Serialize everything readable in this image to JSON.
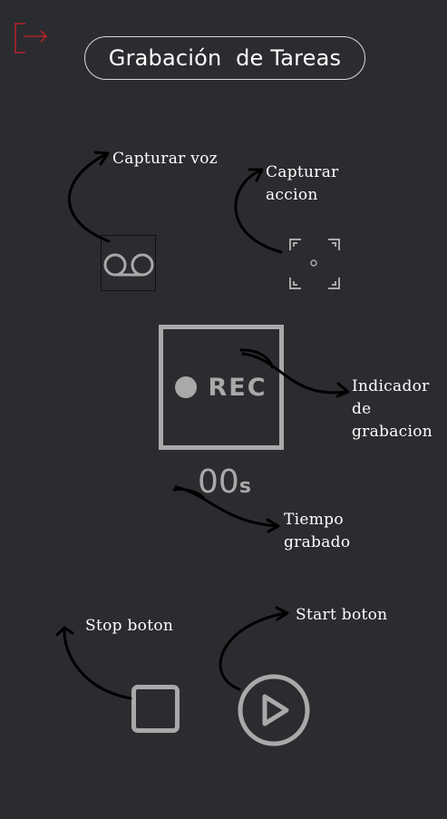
{
  "header": {
    "title": "Grabación  de Tareas"
  },
  "annotations": {
    "capturar_voz": "Capturar voz",
    "capturar_accion": "Capturar\naccion",
    "indicador_grabacion": "Indicador\nde\ngrabacion",
    "tiempo_grabado": "Tiempo\ngrabado",
    "stop_boton": "Stop boton",
    "start_boton": "Start boton"
  },
  "recording": {
    "rec_label": "REC",
    "time_value": "00",
    "time_unit": "s"
  },
  "icons": {
    "exit": "exit-icon",
    "voice": "voicemail-icon",
    "action": "focus-frame-icon",
    "record_dot": "record-dot-icon",
    "stop": "stop-icon",
    "play": "play-icon"
  },
  "colors": {
    "background": "#2b2c2f",
    "exit_icon": "#b0242b",
    "control_gray": "#a9a9a9",
    "text": "#ffffff"
  }
}
